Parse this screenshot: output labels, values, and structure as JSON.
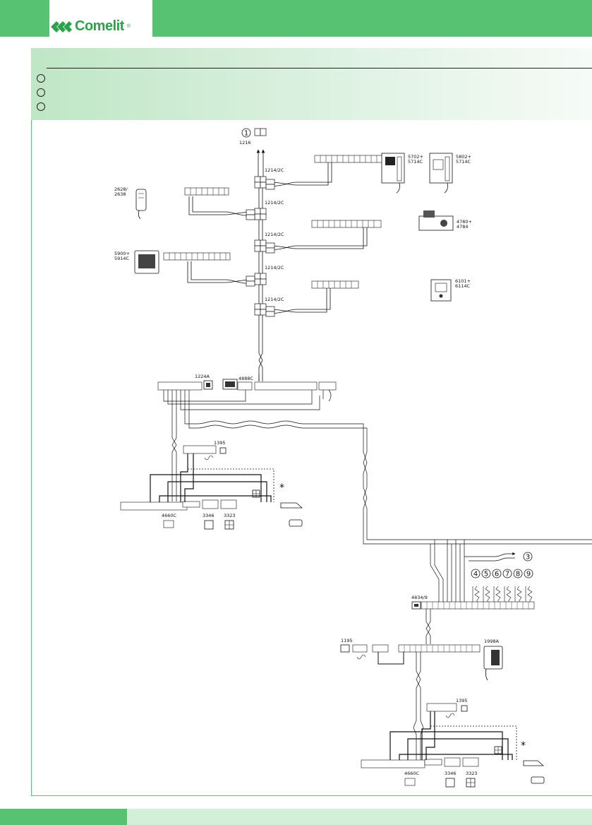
{
  "brand": {
    "name": "Comelit",
    "registered": "®",
    "green": "#57c272",
    "logo_green": "#2aa34a"
  },
  "header": {
    "legend_markers": 3
  },
  "labels": {
    "riser_top": "1216",
    "circle_1": "1",
    "circle_3": "3",
    "circles_bottom": [
      "4",
      "5",
      "6",
      "7",
      "8",
      "9"
    ],
    "distributor": "1214/2C",
    "handset_a": [
      "2628/",
      "2638"
    ],
    "monitor_a": [
      "5900+",
      "5914C"
    ],
    "monitor_b": [
      "5702+",
      "5714C"
    ],
    "monitor_c": [
      "5802+",
      "5714C"
    ],
    "monitor_d": [
      "4780+",
      "4784"
    ],
    "monitor_e": [
      "6101+",
      "6114C"
    ],
    "power_1224a": "1224A",
    "module_4888c": "4888C",
    "lock_1395": "1395",
    "panel_4660c": "4660C",
    "button_3346": "3346",
    "keypad_3323": "3323",
    "switch_4834": "4834/9",
    "power_1195": "1195",
    "handset_1998a": "1998A",
    "asterisk": "*"
  }
}
